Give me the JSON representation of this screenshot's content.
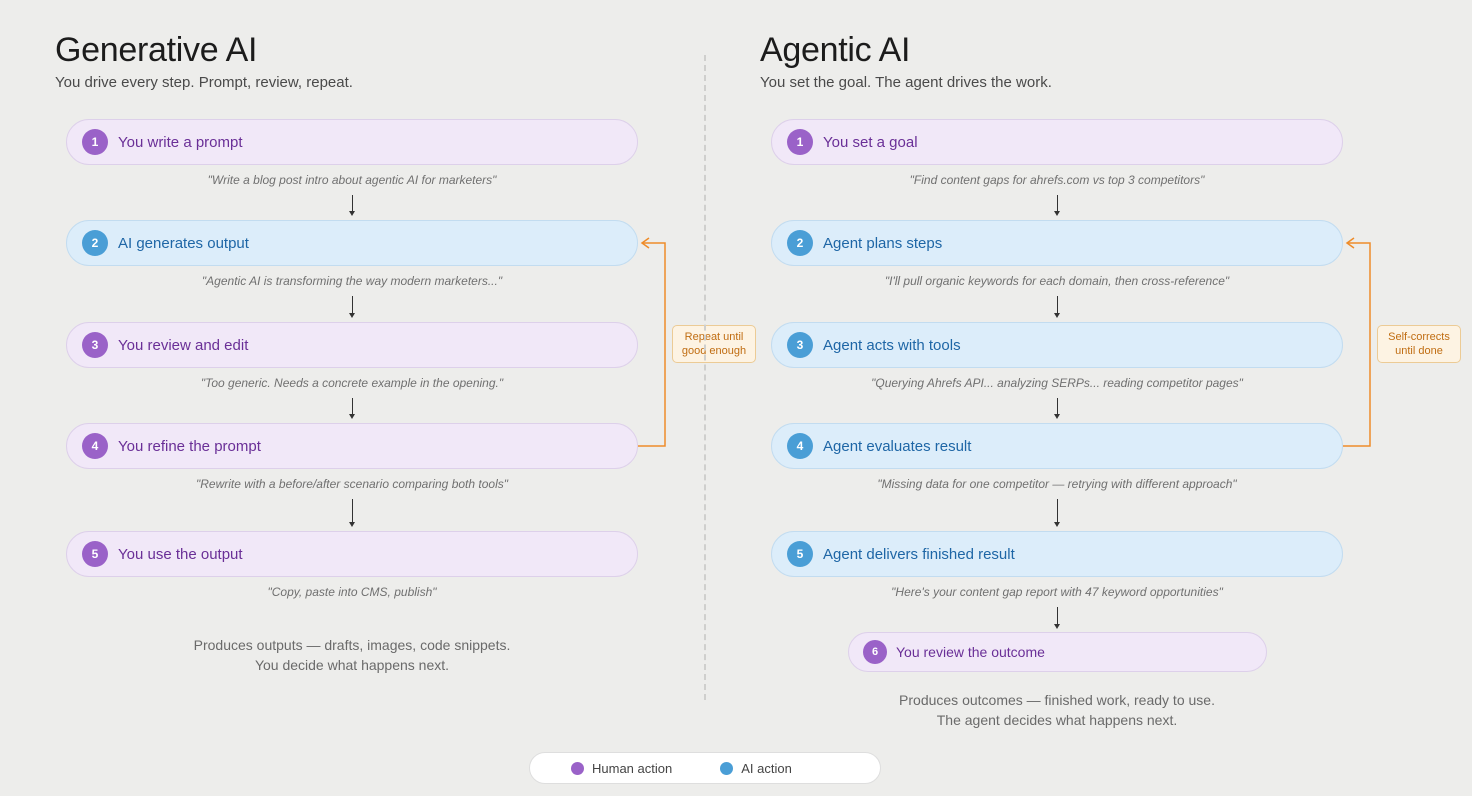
{
  "generative": {
    "title": "Generative AI",
    "subtitle": "You drive every step. Prompt, review, repeat.",
    "steps": [
      {
        "num": "1",
        "label": "You write a prompt",
        "kind": "human",
        "example": "\"Write a blog post intro about agentic AI for marketers\""
      },
      {
        "num": "2",
        "label": "AI generates output",
        "kind": "ai",
        "example": "\"Agentic AI is transforming the way modern marketers...\""
      },
      {
        "num": "3",
        "label": "You review and edit",
        "kind": "human",
        "example": "\"Too generic. Needs a concrete example in the opening.\""
      },
      {
        "num": "4",
        "label": "You refine the prompt",
        "kind": "human",
        "example": "\"Rewrite with a before/after scenario comparing both tools\""
      },
      {
        "num": "5",
        "label": "You use the output",
        "kind": "human",
        "example": "\"Copy, paste into CMS, publish\""
      }
    ],
    "loop_label_line1": "Repeat until",
    "loop_label_line2": "good enough",
    "summary_line1": "Produces outputs — drafts, images, code snippets.",
    "summary_line2": "You decide what happens next."
  },
  "agentic": {
    "title": "Agentic AI",
    "subtitle": "You set the goal. The agent drives the work.",
    "steps": [
      {
        "num": "1",
        "label": "You set a goal",
        "kind": "human",
        "example": "\"Find content gaps for ahrefs.com vs top 3 competitors\""
      },
      {
        "num": "2",
        "label": "Agent plans steps",
        "kind": "ai",
        "example": "\"I'll pull organic keywords for each domain, then cross-reference\""
      },
      {
        "num": "3",
        "label": "Agent acts with tools",
        "kind": "ai",
        "example": "\"Querying Ahrefs API... analyzing SERPs... reading competitor pages\""
      },
      {
        "num": "4",
        "label": "Agent evaluates result",
        "kind": "ai",
        "example": "\"Missing data for one competitor — retrying with different approach\""
      },
      {
        "num": "5",
        "label": "Agent delivers finished result",
        "kind": "ai",
        "example": "\"Here's your content gap report with 47 keyword opportunities\""
      },
      {
        "num": "6",
        "label": "You review the outcome",
        "kind": "human"
      }
    ],
    "loop_label_line1": "Self-corrects",
    "loop_label_line2": "until done",
    "summary_line1": "Produces outcomes — finished work, ready to use.",
    "summary_line2": "The agent decides what happens next."
  },
  "legend": {
    "human_label": "Human action",
    "ai_label": "AI action"
  },
  "colors": {
    "human": "#9a62c8",
    "ai": "#4a9ed6",
    "loop": "#ee8c2a"
  }
}
